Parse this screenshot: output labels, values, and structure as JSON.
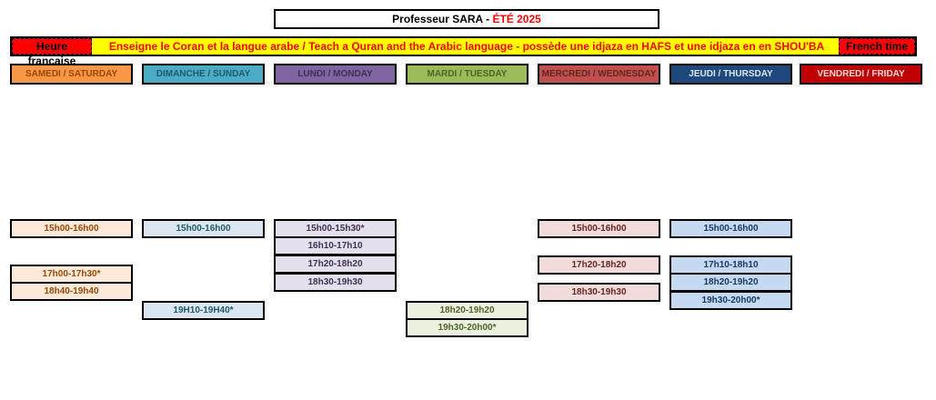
{
  "title": {
    "prefix": "Professeur SARA",
    "sep": " - ",
    "season": "ÉTÉ 2025"
  },
  "banner": {
    "left": "Heure française",
    "text": "Enseigne le Coran et la langue arabe / Teach a Quran and the Arabic language - possède une idjaza en HAFS et une idjaza en en SHOU'BA",
    "right": "French time"
  },
  "days": [
    {
      "label": "SAMEDI / SATURDAY",
      "bg": "#f79646",
      "fg": "#974706",
      "slot_bg": "#fde9d9",
      "slots": [
        "15h00-16h00",
        "17h00-17h30*",
        "18h40-19h40"
      ]
    },
    {
      "label": "DIMANCHE / SUNDAY",
      "bg": "#4bacc6",
      "fg": "#215967",
      "slot_bg": "#dce6f1",
      "slots": [
        "15h00-16h00",
        "19H10-19H40*"
      ]
    },
    {
      "label": "LUNDI / MONDAY",
      "bg": "#8064a2",
      "fg": "#3f3151",
      "slot_bg": "#e4dfec",
      "slots": [
        "15h00-15h30*",
        "16h10-17h10",
        "17h20-18h20",
        "18h30-19h30"
      ]
    },
    {
      "label": "MARDI / TUESDAY",
      "bg": "#9bbb59",
      "fg": "#4f6228",
      "slot_bg": "#ebf1de",
      "slots": [
        "18h20-19h20",
        "19h30-20h00*"
      ]
    },
    {
      "label": "MERCREDI / WEDNESDAY",
      "bg": "#c0504d",
      "fg": "#632523",
      "slot_bg": "#f2dcdb",
      "slots": [
        "15h00-16h00",
        "17h20-18h20",
        "18h30-19h30"
      ]
    },
    {
      "label": "JEUDI / THURSDAY",
      "bg": "#1f497d",
      "fg": "#dce6f1",
      "slot_bg": "#c5d9f1",
      "slots": [
        "15h00-16h00",
        "17h10-18h10",
        "18h20-19h20",
        "19h30-20h00*"
      ]
    },
    {
      "label": "VENDREDI / FRIDAY",
      "bg": "#c00000",
      "fg": "#f2dcdb",
      "slot_bg": "#ffffff",
      "slots": []
    }
  ]
}
